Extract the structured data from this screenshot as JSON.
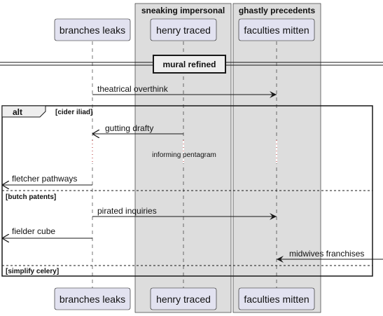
{
  "boxes": [
    {
      "label": "sneaking impersonal"
    },
    {
      "label": "ghastly precedents"
    }
  ],
  "participants": [
    {
      "id": "p1",
      "label": "branches leaks"
    },
    {
      "id": "p2",
      "label": "henry traced"
    },
    {
      "id": "p3",
      "label": "faculties mitten"
    }
  ],
  "divider": {
    "label": "mural refined"
  },
  "messages": [
    {
      "id": "m1",
      "label": "theatrical overthink"
    },
    {
      "id": "m2",
      "label": "gutting drafty"
    },
    {
      "id": "m3",
      "label": "informing pentagram"
    },
    {
      "id": "m4",
      "label": "fletcher pathways"
    },
    {
      "id": "m5",
      "label": "pirated inquiries"
    },
    {
      "id": "m6",
      "label": "fielder cube"
    },
    {
      "id": "m7",
      "label": "midwives franchises"
    }
  ],
  "fragment": {
    "operator": "alt",
    "guards": [
      "[cider iliad]",
      "[butch patents]",
      "[simplify celery]"
    ]
  },
  "colors": {
    "participant_fill": "#e2e2f0",
    "participant_stroke": "#181818",
    "box_fill": "#dddddd",
    "lifeline": "#181818",
    "note_dots": "#b02020"
  }
}
